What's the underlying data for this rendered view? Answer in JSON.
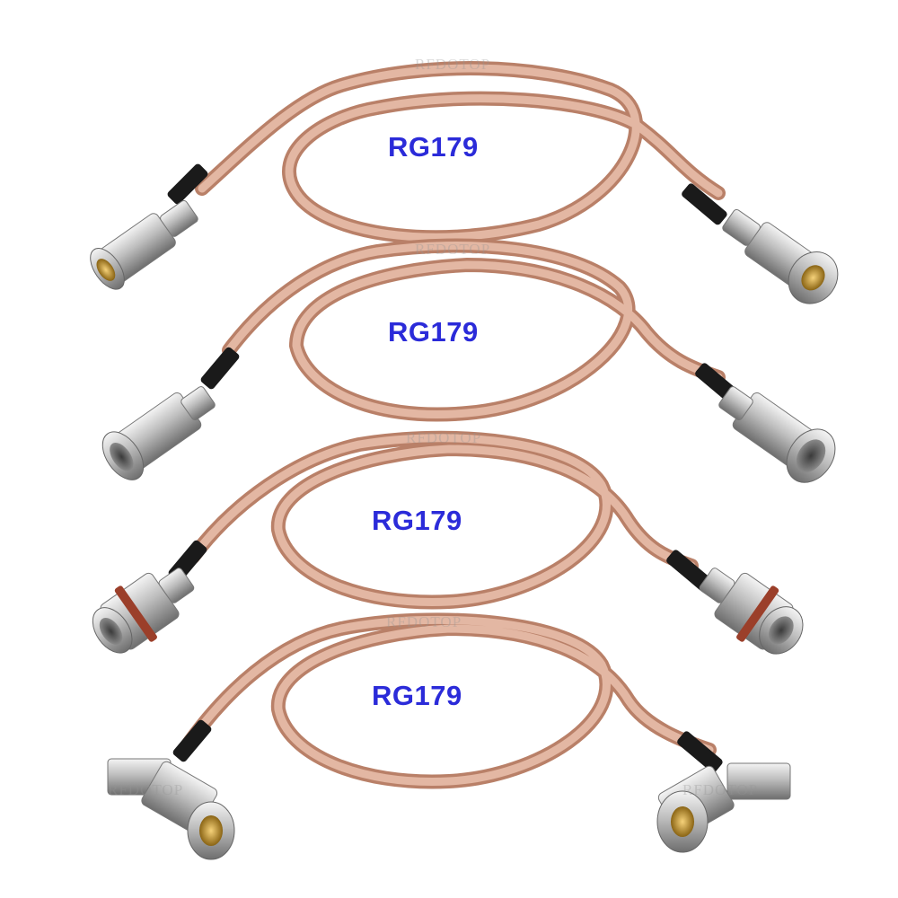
{
  "product": {
    "cables": [
      {
        "label": "RG179",
        "connector": "bnc-male-straight"
      },
      {
        "label": "RG179",
        "connector": "bnc-female-straight"
      },
      {
        "label": "RG179",
        "connector": "bnc-female-bulkhead"
      },
      {
        "label": "RG179",
        "connector": "bnc-male-right-angle"
      }
    ],
    "watermark": "RFDOTOP",
    "colors": {
      "cable": "#d9a892",
      "cable_dark": "#b98068",
      "label": "#2b2bd9",
      "heatshrink": "#1a1a1a",
      "metal": "#c8c8c8",
      "gold": "#c89a2a"
    }
  }
}
